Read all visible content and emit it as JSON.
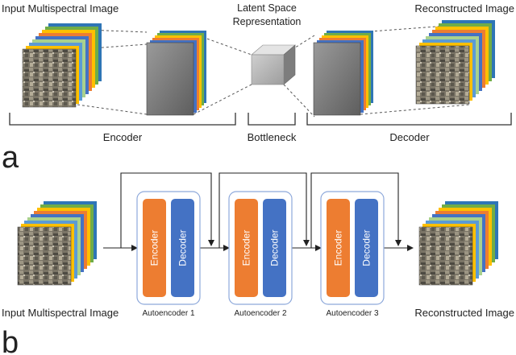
{
  "panel_a": {
    "letter": "a",
    "input_label": "Input Multispectral Image",
    "latent_label_line1": "Latent Space",
    "latent_label_line2": "Representation",
    "output_label": "Reconstructed Image",
    "encoder_label": "Encoder",
    "bottleneck_label": "Bottleneck",
    "decoder_label": "Decoder"
  },
  "panel_b": {
    "letter": "b",
    "input_label": "Input Multispectral Image",
    "output_label": "Reconstructed Image",
    "autoencoders": [
      {
        "name": "Autoencoder 1",
        "encoder": "Encoder",
        "decoder": "Decoder"
      },
      {
        "name": "Autoencoder 2",
        "encoder": "Encoder",
        "decoder": "Decoder"
      },
      {
        "name": "Autoencoder 3",
        "encoder": "Encoder",
        "decoder": "Decoder"
      }
    ]
  },
  "colors": {
    "encoder_block": "#ED7D31",
    "decoder_block": "#4472C4",
    "autoencoder_frame": "#8EA9DB",
    "band_colors": [
      "#2E75B6",
      "#70AD47",
      "#FFC000",
      "#ED7D31",
      "#4472C4",
      "#5B9BD5",
      "#A9D18E"
    ]
  }
}
